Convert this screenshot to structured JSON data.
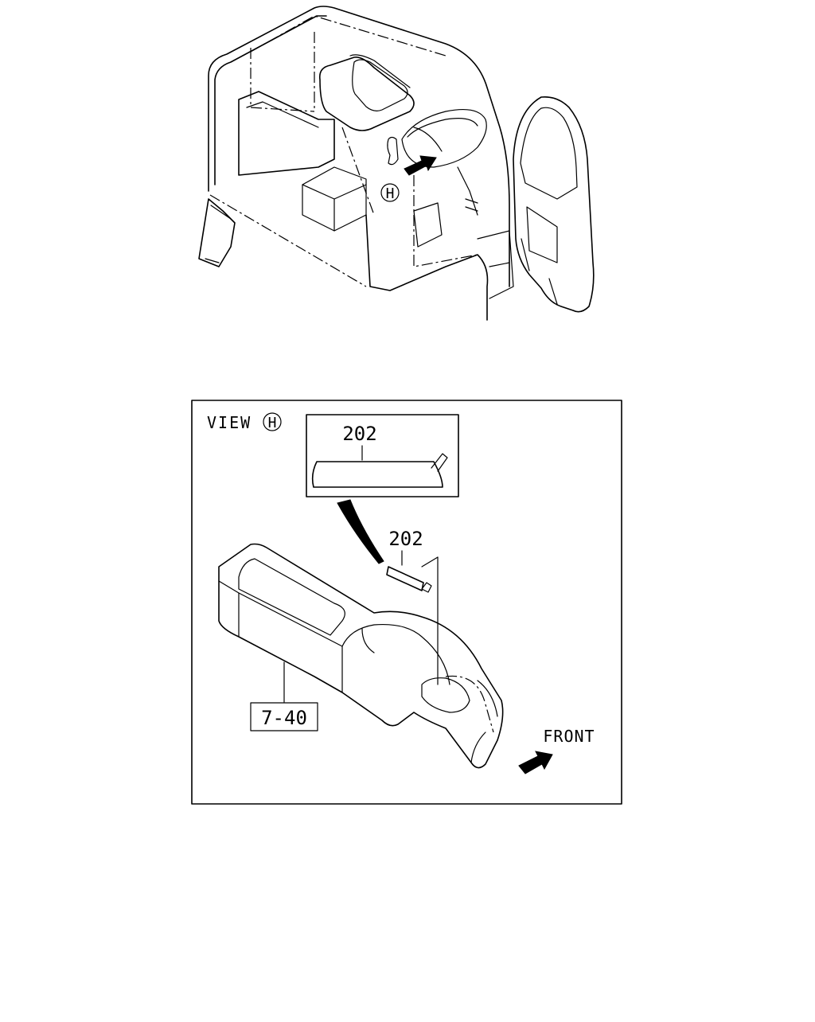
{
  "overview": {
    "view_marker": "H"
  },
  "detail_view": {
    "view_label": "VIEW",
    "view_marker": "H",
    "inset_part_number": "202",
    "callout_part_number": "202",
    "reference_label": "7-40",
    "direction_label": "FRONT"
  }
}
